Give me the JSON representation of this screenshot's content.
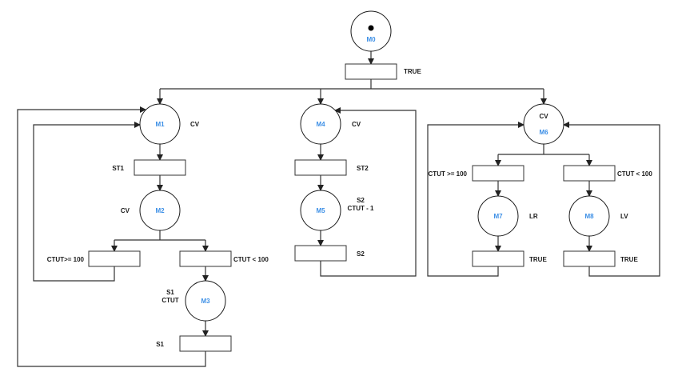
{
  "diagram": {
    "type": "petri-net",
    "places": [
      {
        "id": "M0",
        "label": "M0",
        "token": true,
        "actions": []
      },
      {
        "id": "M1",
        "label": "M1",
        "actions": [
          "CV"
        ]
      },
      {
        "id": "M2",
        "label": "M2",
        "actions": [
          "CV"
        ]
      },
      {
        "id": "M3",
        "label": "M3",
        "actions": [
          "S1",
          "CTUT"
        ]
      },
      {
        "id": "M4",
        "label": "M4",
        "actions": [
          "CV"
        ]
      },
      {
        "id": "M5",
        "label": "M5",
        "actions": [
          "S2",
          "CTUT - 1"
        ]
      },
      {
        "id": "M6",
        "label": "M6",
        "actions": [
          "CV"
        ]
      },
      {
        "id": "M7",
        "label": "M7",
        "actions": [
          "LR"
        ]
      },
      {
        "id": "M8",
        "label": "M8",
        "actions": [
          "LV"
        ]
      }
    ],
    "transitions": [
      {
        "id": "T0",
        "condition": "TRUE",
        "from": "M0",
        "to": [
          "M1",
          "M4",
          "M6"
        ]
      },
      {
        "id": "T1",
        "condition": "ST1",
        "from": "M1",
        "to": [
          "M2"
        ]
      },
      {
        "id": "T2",
        "condition": "CTUT>= 100",
        "from": "M2",
        "to": [
          "M1"
        ]
      },
      {
        "id": "T3",
        "condition": "CTUT < 100",
        "from": "M2",
        "to": [
          "M3"
        ]
      },
      {
        "id": "T4",
        "condition": "S1",
        "from": "M3",
        "to": [
          "M1"
        ]
      },
      {
        "id": "T5",
        "condition": "ST2",
        "from": "M4",
        "to": [
          "M5"
        ]
      },
      {
        "id": "T6",
        "condition": "S2",
        "from": "M5",
        "to": [
          "M4"
        ]
      },
      {
        "id": "T7",
        "condition": "CTUT >= 100",
        "from": "M6",
        "to": [
          "M7"
        ]
      },
      {
        "id": "T8",
        "condition": "CTUT < 100",
        "from": "M6",
        "to": [
          "M8"
        ]
      },
      {
        "id": "T9",
        "condition": "TRUE",
        "from": "M7",
        "to": [
          "M6"
        ]
      },
      {
        "id": "T10",
        "condition": "TRUE",
        "from": "M8",
        "to": [
          "M6"
        ]
      }
    ]
  },
  "colors": {
    "place_id": "#3c8fe6",
    "stroke": "#333333",
    "background": "#ffffff"
  }
}
